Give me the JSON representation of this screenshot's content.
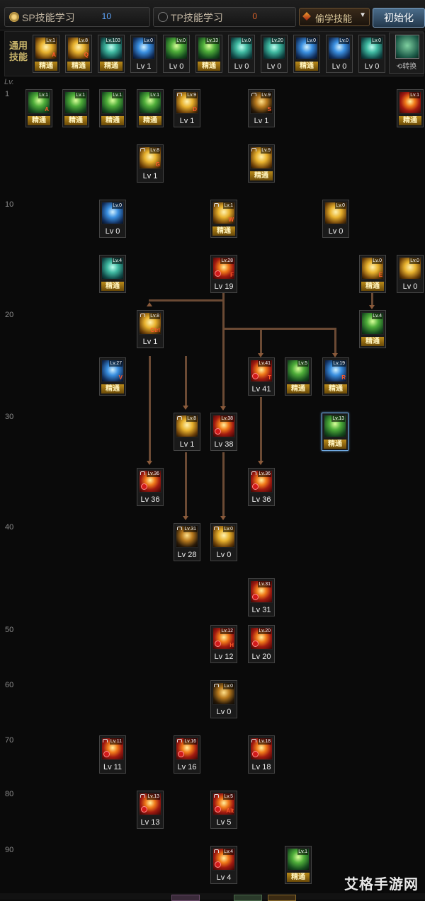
{
  "tabs": {
    "sp": {
      "label": "SP技能学习",
      "points": "10"
    },
    "tp": {
      "label": "TP技能学习",
      "points": "0"
    }
  },
  "steal_select": {
    "label": "偷学技能"
  },
  "reset_button": {
    "label": "初始化"
  },
  "common": {
    "label_line1": "通用",
    "label_line2": "技能",
    "swap_label": "转换"
  },
  "lv_header": "Lv.",
  "level_marks": [
    "1",
    "10",
    "20",
    "30",
    "40",
    "50",
    "60",
    "70",
    "80",
    "90"
  ],
  "master_label": "精通",
  "common_skills": [
    {
      "tag": "Lv.1",
      "caption": "精通",
      "color": "gold",
      "hotkey": "A"
    },
    {
      "tag": "Lv.8",
      "caption": "精通",
      "color": "gold",
      "hotkey": "Q"
    },
    {
      "tag": "Lv.103",
      "caption": "精通",
      "color": "teal",
      "hotkey": ""
    },
    {
      "tag": "Lv.0",
      "caption": "Lv 1",
      "color": "blue",
      "hotkey": ""
    },
    {
      "tag": "Lv.0",
      "caption": "Lv 0",
      "color": "green",
      "hotkey": ""
    },
    {
      "tag": "Lv.13",
      "caption": "精通",
      "color": "green",
      "hotkey": ""
    },
    {
      "tag": "Lv.0",
      "caption": "Lv 0",
      "color": "teal",
      "hotkey": ""
    },
    {
      "tag": "Lv.20",
      "caption": "Lv 0",
      "color": "teal",
      "hotkey": ""
    },
    {
      "tag": "Lv.0",
      "caption": "精通",
      "color": "blue",
      "hotkey": ""
    },
    {
      "tag": "Lv.0",
      "caption": "Lv 0",
      "color": "blue",
      "hotkey": ""
    },
    {
      "tag": "Lv.0",
      "caption": "Lv 0",
      "color": "teal",
      "hotkey": ""
    }
  ],
  "tree_skills": [
    {
      "tag": "Lv.1",
      "caption": "精通",
      "color": "green",
      "hotkey": "A",
      "lock": false,
      "warn": false,
      "sel": false
    },
    {
      "tag": "Lv.1",
      "caption": "精通",
      "color": "green",
      "hotkey": "",
      "lock": false,
      "warn": false,
      "sel": false
    },
    {
      "tag": "Lv.1",
      "caption": "精通",
      "color": "green",
      "hotkey": "",
      "lock": false,
      "warn": false,
      "sel": false
    },
    {
      "tag": "Lv.1",
      "caption": "精通",
      "color": "green",
      "hotkey": "",
      "lock": false,
      "warn": false,
      "sel": false
    },
    {
      "tag": "Lv.9",
      "caption": "Lv 1",
      "color": "gold",
      "hotkey": "D",
      "lock": true,
      "warn": false,
      "sel": false
    },
    {
      "tag": "Lv.9",
      "caption": "Lv 1",
      "color": "dark",
      "hotkey": "S",
      "lock": true,
      "warn": false,
      "sel": false
    },
    {
      "tag": "Lv.1",
      "caption": "精通",
      "color": "red",
      "hotkey": "",
      "lock": false,
      "warn": false,
      "sel": false
    },
    {
      "tag": "Lv.8",
      "caption": "Lv 1",
      "color": "gold",
      "hotkey": "G",
      "lock": true,
      "warn": false,
      "sel": false
    },
    {
      "tag": "Lv.9",
      "caption": "精通",
      "color": "gold",
      "hotkey": "",
      "lock": true,
      "warn": false,
      "sel": false
    },
    {
      "tag": "Lv.0",
      "caption": "Lv 0",
      "color": "blue",
      "hotkey": "",
      "lock": false,
      "warn": false,
      "sel": false
    },
    {
      "tag": "Lv.1",
      "caption": "精通",
      "color": "gold",
      "hotkey": "W",
      "lock": true,
      "warn": false,
      "sel": false
    },
    {
      "tag": "Lv.0",
      "caption": "Lv 0",
      "color": "gold",
      "hotkey": "",
      "lock": false,
      "warn": false,
      "sel": false
    },
    {
      "tag": "Lv.4",
      "caption": "精通",
      "color": "teal",
      "hotkey": "",
      "lock": false,
      "warn": false,
      "sel": false
    },
    {
      "tag": "Lv.28",
      "caption": "Lv 19",
      "color": "red",
      "hotkey": "F",
      "lock": false,
      "warn": true,
      "sel": false
    },
    {
      "tag": "Lv.0",
      "caption": "精通",
      "color": "gold",
      "hotkey": "E",
      "lock": false,
      "warn": false,
      "sel": false
    },
    {
      "tag": "Lv.0",
      "caption": "Lv 0",
      "color": "gold",
      "hotkey": "",
      "lock": false,
      "warn": false,
      "sel": false
    },
    {
      "tag": "Lv.8",
      "caption": "Lv 1",
      "color": "gold",
      "hotkey": "Ctrl",
      "lock": true,
      "warn": false,
      "sel": false
    },
    {
      "tag": "Lv.4",
      "caption": "精通",
      "color": "green",
      "hotkey": "",
      "lock": false,
      "warn": false,
      "sel": false
    },
    {
      "tag": "Lv.27",
      "caption": "精通",
      "color": "blue",
      "hotkey": "V",
      "lock": false,
      "warn": false,
      "sel": false
    },
    {
      "tag": "Lv.41",
      "caption": "Lv 41",
      "color": "red",
      "hotkey": "T",
      "lock": false,
      "warn": true,
      "sel": false
    },
    {
      "tag": "Lv.5",
      "caption": "精通",
      "color": "green",
      "hotkey": "",
      "lock": false,
      "warn": false,
      "sel": false
    },
    {
      "tag": "Lv.19",
      "caption": "精通",
      "color": "blue",
      "hotkey": "R",
      "lock": false,
      "warn": false,
      "sel": false
    },
    {
      "tag": "Lv.8",
      "caption": "Lv 1",
      "color": "gold",
      "hotkey": "",
      "lock": true,
      "warn": false,
      "sel": false
    },
    {
      "tag": "Lv.38",
      "caption": "Lv 38",
      "color": "red",
      "hotkey": "",
      "lock": false,
      "warn": true,
      "sel": false
    },
    {
      "tag": "Lv.13",
      "caption": "精通",
      "color": "green",
      "hotkey": "",
      "lock": false,
      "warn": false,
      "sel": true
    },
    {
      "tag": "Lv.36",
      "caption": "Lv 36",
      "color": "red",
      "hotkey": "",
      "lock": true,
      "warn": true,
      "sel": false
    },
    {
      "tag": "Lv.36",
      "caption": "Lv 36",
      "color": "red",
      "hotkey": "",
      "lock": true,
      "warn": true,
      "sel": false
    },
    {
      "tag": "Lv.31",
      "caption": "Lv 28",
      "color": "dark",
      "hotkey": "",
      "lock": true,
      "warn": false,
      "sel": false
    },
    {
      "tag": "Lv.0",
      "caption": "Lv 0",
      "color": "gold",
      "hotkey": "",
      "lock": true,
      "warn": false,
      "sel": false
    },
    {
      "tag": "Lv.31",
      "caption": "Lv 31",
      "color": "red",
      "hotkey": "",
      "lock": false,
      "warn": true,
      "sel": false
    },
    {
      "tag": "Lv.12",
      "caption": "Lv 12",
      "color": "red",
      "hotkey": "H",
      "lock": false,
      "warn": true,
      "sel": false
    },
    {
      "tag": "Lv.20",
      "caption": "Lv 20",
      "color": "red",
      "hotkey": "",
      "lock": false,
      "warn": true,
      "sel": false
    },
    {
      "tag": "Lv.0",
      "caption": "Lv 0",
      "color": "dark",
      "hotkey": "",
      "lock": true,
      "warn": false,
      "sel": false
    },
    {
      "tag": "Lv.11",
      "caption": "Lv 11",
      "color": "red",
      "hotkey": "",
      "lock": true,
      "warn": true,
      "sel": false
    },
    {
      "tag": "Lv.16",
      "caption": "Lv 16",
      "color": "red",
      "hotkey": "",
      "lock": true,
      "warn": true,
      "sel": false
    },
    {
      "tag": "Lv.18",
      "caption": "Lv 18",
      "color": "red",
      "hotkey": "",
      "lock": true,
      "warn": true,
      "sel": false
    },
    {
      "tag": "Lv.13",
      "caption": "Lv 13",
      "color": "red",
      "hotkey": "",
      "lock": true,
      "warn": true,
      "sel": false
    },
    {
      "tag": "Lv.5",
      "caption": "Lv 5",
      "color": "red",
      "hotkey": "Alt",
      "lock": true,
      "warn": true,
      "sel": false
    },
    {
      "tag": "Lv.4",
      "caption": "Lv 4",
      "color": "red",
      "hotkey": "",
      "lock": true,
      "warn": true,
      "sel": false
    },
    {
      "tag": "Lv.1",
      "caption": "精通",
      "color": "green",
      "hotkey": "",
      "lock": false,
      "warn": false,
      "sel": false
    }
  ],
  "watermark": "艾格手游网"
}
